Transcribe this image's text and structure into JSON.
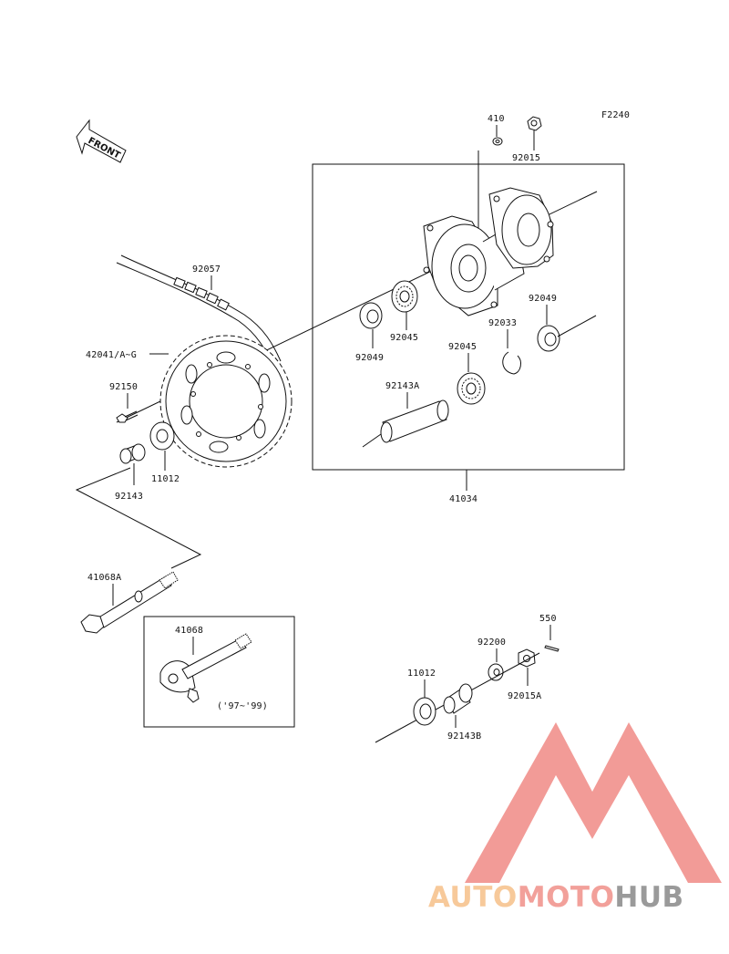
{
  "figure_code": "F2240",
  "front_label": "FRONT",
  "year_note": "('97~'99)",
  "parts": {
    "p410": "410",
    "p92015": "92015",
    "p92057": "92057",
    "p42041": "42041/A~G",
    "p92150": "92150",
    "p11012_top": "11012",
    "p92143": "92143",
    "p41034": "41034",
    "p92049_left": "92049",
    "p92045_left": "92045",
    "p92143A": "92143A",
    "p92045_right": "92045",
    "p92033": "92033",
    "p92049_right": "92049",
    "p41068A": "41068A",
    "p41068": "41068",
    "p550": "550",
    "p92200": "92200",
    "p92015A": "92015A",
    "p11012_bottom": "11012",
    "p92143B": "92143B"
  },
  "watermark": {
    "part1": "AUTO",
    "part2": "MOTO",
    "part3": "HUB",
    "colors": {
      "auto": "#f7c99a",
      "moto": "#f2a09a",
      "hub": "#9a9a9a",
      "logo": "#f08a85"
    }
  }
}
